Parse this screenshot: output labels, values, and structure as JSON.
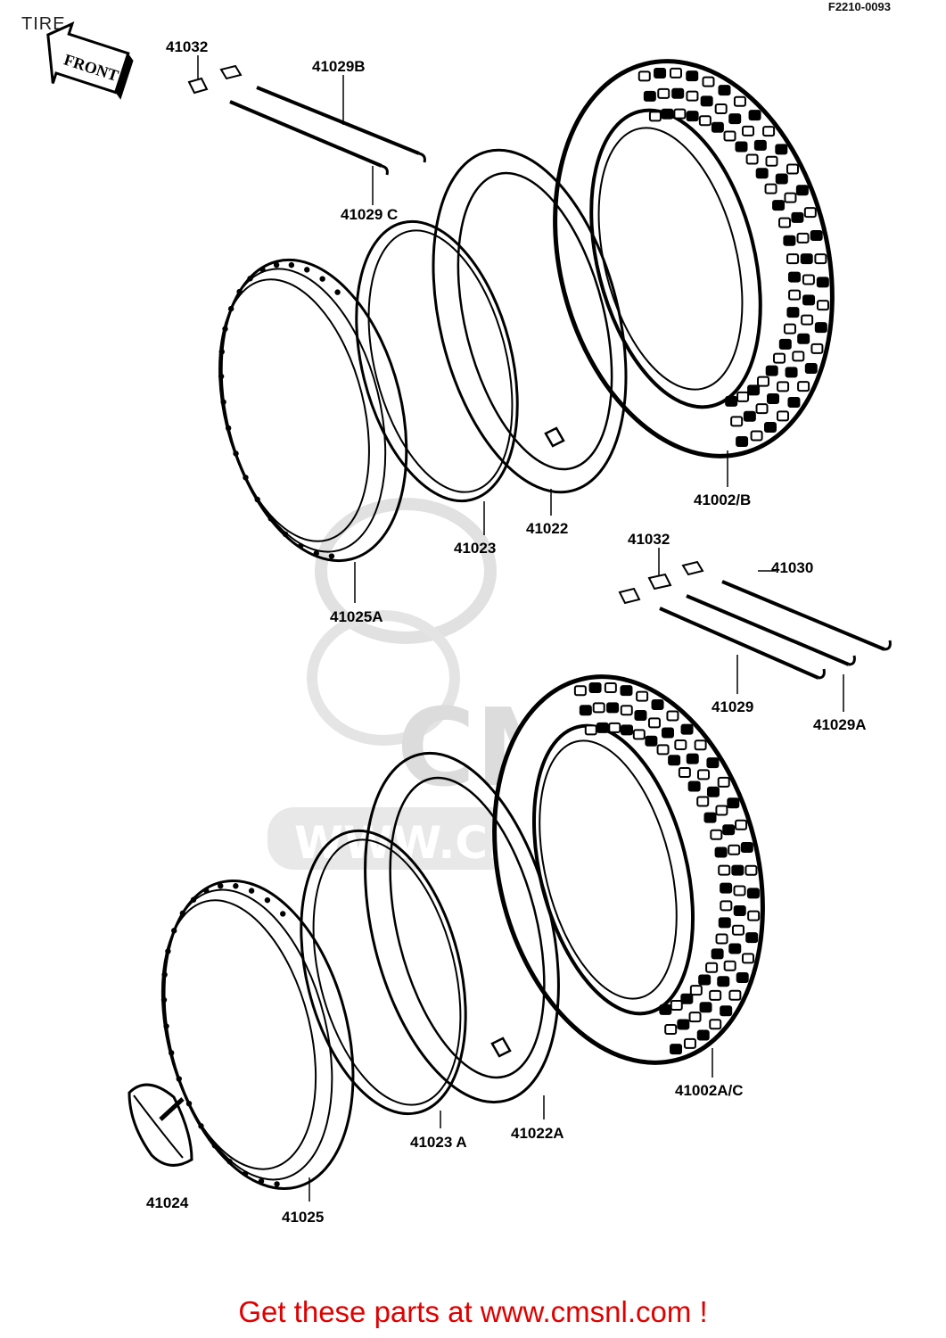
{
  "title": "TIRE",
  "diagram_code": "F2210-0093",
  "front_arrow_text": "FRONT",
  "watermark": {
    "brand": "CMS",
    "url": "WWW.CMSNL.COM"
  },
  "footer": "Get these parts at www.cmsnl.com !",
  "labels": {
    "p41032_top": "41032",
    "p41029B": "41029B",
    "p41029C": "41029 C",
    "p41002B": "41002/B",
    "p41022": "41022",
    "p41023": "41023",
    "p41025A": "41025A",
    "p41032_mid": "41032",
    "p41030": "41030",
    "p41029": "41029",
    "p41029A": "41029A",
    "p41002AC": "41002A/C",
    "p41022A": "41022A",
    "p41023A": "41023 A",
    "p41024": "41024",
    "p41025": "41025"
  }
}
